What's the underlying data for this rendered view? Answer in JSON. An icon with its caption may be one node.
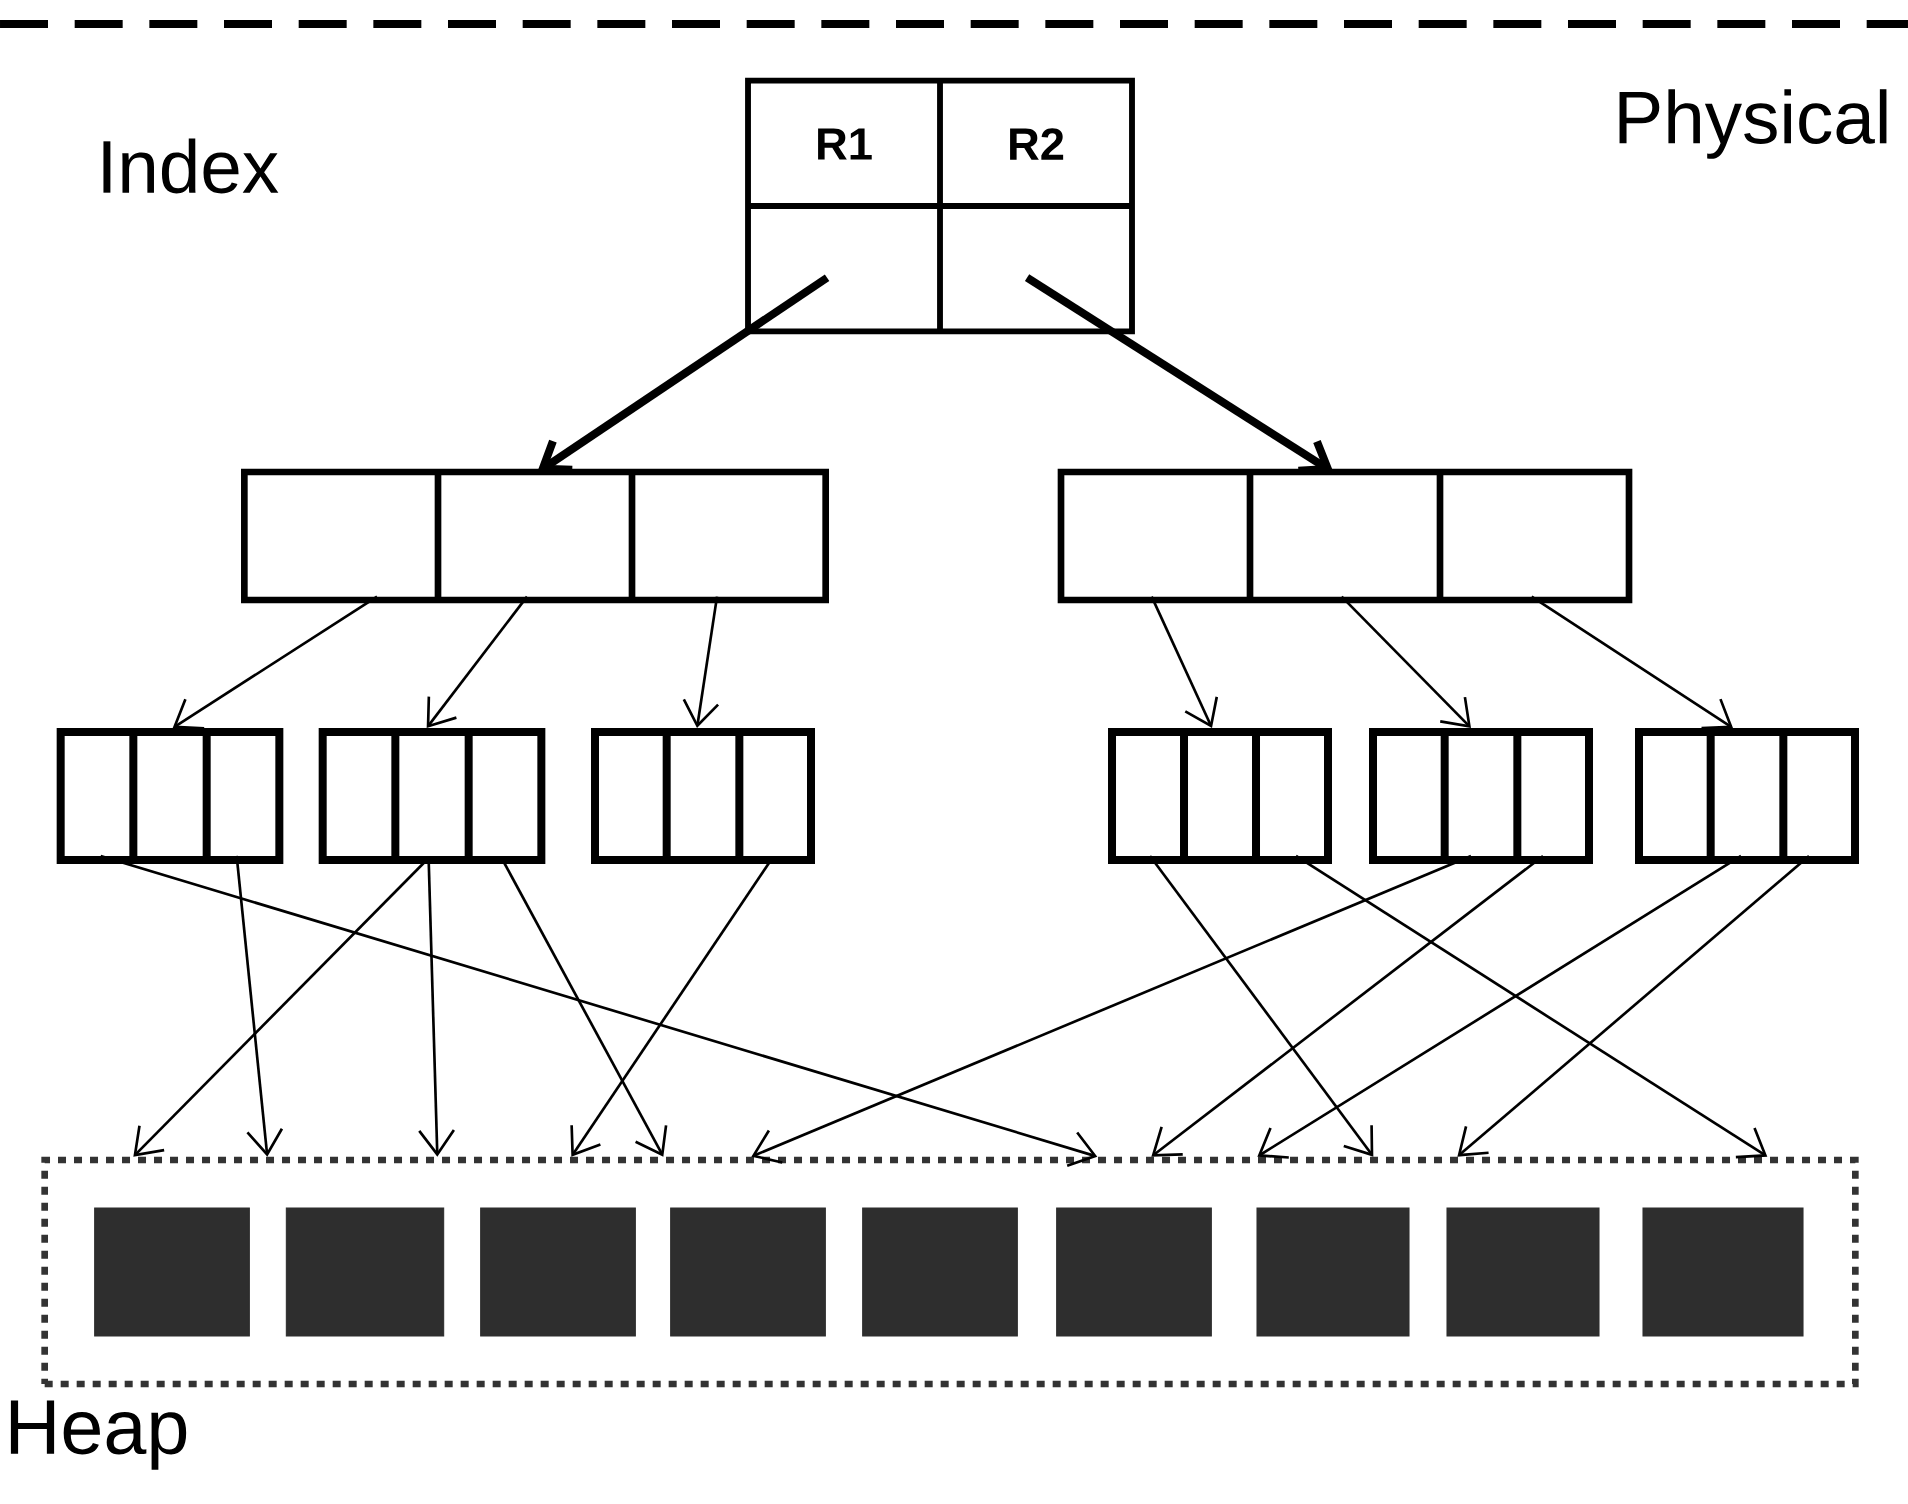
{
  "diagram": {
    "nodes": [
      {
        "text": [
          "R1",
          "R2"
        ]
      },
      {
        "text": [],
        "shape": "box"
      },
      {
        "text": [],
        "shape": "box"
      },
      {
        "text": [],
        "shape": "box"
      },
      {
        "text": [],
        "shape": "box"
      },
      {
        "text": [],
        "shape": "box"
      },
      {
        "text": [],
        "shape": "box"
      },
      {
        "text": [],
        "shape": "box"
      },
      {
        "text": [],
        "shape": "box"
      },
      {
        "text": [
          "Heap"
        ]
      },
      {
        "text": [],
        "shape": "box",
        "in": 9
      },
      {
        "text": [],
        "shape": "box",
        "in": 9
      },
      {
        "text": [],
        "shape": "box",
        "in": 9
      },
      {
        "text": [],
        "shape": "box",
        "in": 9
      },
      {
        "text": [],
        "shape": "box",
        "in": 9
      },
      {
        "text": [],
        "shape": "box",
        "in": 9
      },
      {
        "text": [],
        "shape": "box",
        "in": 9
      },
      {
        "text": [],
        "shape": "box",
        "in": 9
      },
      {
        "text": [],
        "shape": "box",
        "in": 9
      }
    ],
    "edges": [
      {
        "from": 0,
        "to": 1,
        "arrow": "to",
        "style": "thick"
      },
      {
        "from": 0,
        "to": 2,
        "arrow": "to",
        "style": "thick"
      },
      {
        "from": 1,
        "to": 3,
        "arrow": "to"
      },
      {
        "from": 1,
        "to": 4,
        "arrow": "to"
      },
      {
        "from": 1,
        "to": 5,
        "arrow": "to"
      },
      {
        "from": 2,
        "to": 6,
        "arrow": "to"
      },
      {
        "from": 2,
        "to": 7,
        "arrow": "to"
      },
      {
        "from": 2,
        "to": 8,
        "arrow": "to"
      },
      {
        "from": 3,
        "to": 9,
        "arrow": "to"
      },
      {
        "from": 3,
        "to": 9,
        "arrow": "to"
      },
      {
        "from": 4,
        "to": 9,
        "arrow": "to"
      },
      {
        "from": 4,
        "to": 9,
        "arrow": "to"
      },
      {
        "from": 4,
        "to": 9,
        "arrow": "to"
      },
      {
        "from": 5,
        "to": 9,
        "arrow": "to"
      },
      {
        "from": 6,
        "to": 9,
        "arrow": "to"
      },
      {
        "from": 6,
        "to": 9,
        "arrow": "to"
      },
      {
        "from": 7,
        "to": 9,
        "arrow": "to"
      },
      {
        "from": 7,
        "to": 9,
        "arrow": "to"
      },
      {
        "from": 8,
        "to": 9,
        "arrow": "to"
      },
      {
        "from": 8,
        "to": 9,
        "arrow": "to"
      }
    ],
    "labels": [
      "Physical",
      "Index"
    ]
  }
}
